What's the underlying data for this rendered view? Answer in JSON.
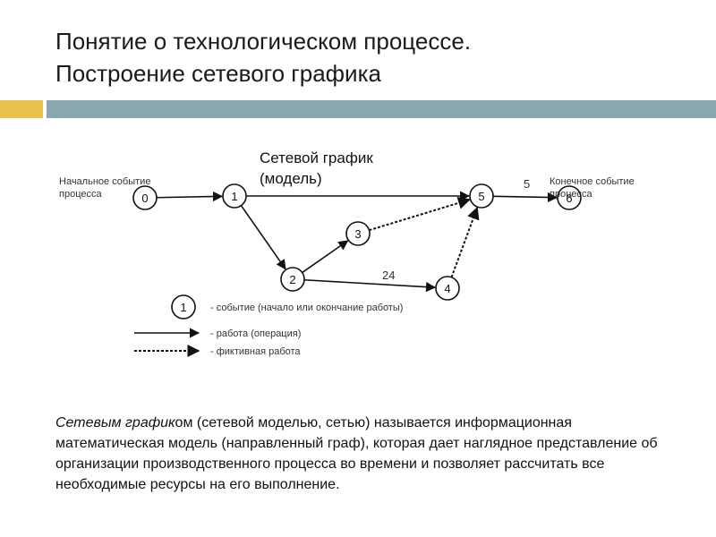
{
  "title": {
    "line1": "Понятие о технологическом процессе.",
    "line2": "Построение сетевого графика"
  },
  "diagram": {
    "heading_line1": "Сетевой график",
    "heading_line2": "(модель)",
    "start_label_line1": "Начальное событие",
    "start_label_line2": "процесса",
    "end_label_line1": "Конечное  событие",
    "end_label_line2": "процесса",
    "nodes": [
      {
        "id": "0",
        "label": "0"
      },
      {
        "id": "1",
        "label": "1"
      },
      {
        "id": "2",
        "label": "2"
      },
      {
        "id": "3",
        "label": "3"
      },
      {
        "id": "4",
        "label": "4"
      },
      {
        "id": "5",
        "label": "5"
      },
      {
        "id": "6",
        "label": "6"
      }
    ],
    "edges": [
      {
        "from": "0",
        "to": "1",
        "type": "work",
        "label": ""
      },
      {
        "from": "1",
        "to": "5",
        "type": "work",
        "label": ""
      },
      {
        "from": "1",
        "to": "2",
        "type": "work",
        "label": ""
      },
      {
        "from": "2",
        "to": "3",
        "type": "work",
        "label": ""
      },
      {
        "from": "2",
        "to": "4",
        "type": "work",
        "label": "24"
      },
      {
        "from": "3",
        "to": "5",
        "type": "dummy",
        "label": ""
      },
      {
        "from": "4",
        "to": "5",
        "type": "dummy",
        "label": ""
      },
      {
        "from": "5",
        "to": "6",
        "type": "work",
        "label": "5"
      }
    ],
    "legend": {
      "event_sample": "1",
      "event_text": "- событие (начало или окончание работы)",
      "work_text": "- работа (операция)",
      "dummy_text": "- фиктивная работа"
    }
  },
  "paragraph": {
    "italic_part": "Сетевым график",
    "rest": "ом (сетевой моделью, сетью) называется информационная математическая модель (направленный граф), которая дает наглядное представление об организации производственного процесса во времени и позволяет рассчитать все необходимые ресурсы на его выполнение."
  },
  "colors": {
    "accent_yellow": "#e8c14f",
    "accent_blue": "#8aa6b0"
  }
}
